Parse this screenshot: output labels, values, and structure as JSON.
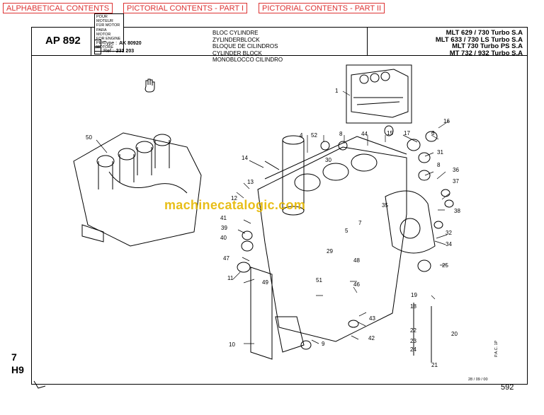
{
  "nav": {
    "alphabetical": "ALPHABETICAL CONTENTS",
    "pictorial_1": "PICTORIAL CONTENTS - PART I",
    "pictorial_2": "PICTORIAL CONTENTS - PART II",
    "color": "#d33333"
  },
  "header": {
    "code": "AP 892",
    "for_engine": [
      "POUR MOTEUR",
      "FÜR MOTOR",
      "PARA MOTOR",
      "FOR ENGINE",
      "PER MOTORE"
    ],
    "type_label": "Type :",
    "type_value": "AK 80920",
    "ref_label": "Ref :",
    "ref_value": "231 203",
    "titles": [
      "BLOC CYLINDRE",
      "ZYLINDERBLOCK",
      "BLOQUE DE CILINDROS",
      "CYLINDER  BLOCK",
      "MONOBLOCCO CILINDRO"
    ],
    "models": [
      "MLT 629 / 730 Turbo S.A",
      "MLT 633 / 730 LS Turbo S.A",
      "MLT 730 Turbo PS S.A",
      "MT 732 / 932 Turbo S.A"
    ]
  },
  "watermark": "machinecatalogic.com",
  "callouts": [
    "1",
    "4",
    "52",
    "8",
    "44",
    "15",
    "17",
    "6",
    "16",
    "50",
    "30",
    "31",
    "14",
    "8",
    "36",
    "13",
    "12",
    "37",
    "35",
    "38",
    "41",
    "7",
    "5",
    "32",
    "39",
    "34",
    "40",
    "29",
    "47",
    "48",
    "25",
    "11",
    "49",
    "51",
    "46",
    "19",
    "18",
    "43",
    "22",
    "20",
    "10",
    "42",
    "9",
    "23",
    "24",
    "21"
  ],
  "side": {
    "top": "7",
    "bottom": "H9"
  },
  "footer": {
    "date": "28 / 09 / 00",
    "page": "592",
    "vertical": "P.A.C. 1P"
  }
}
